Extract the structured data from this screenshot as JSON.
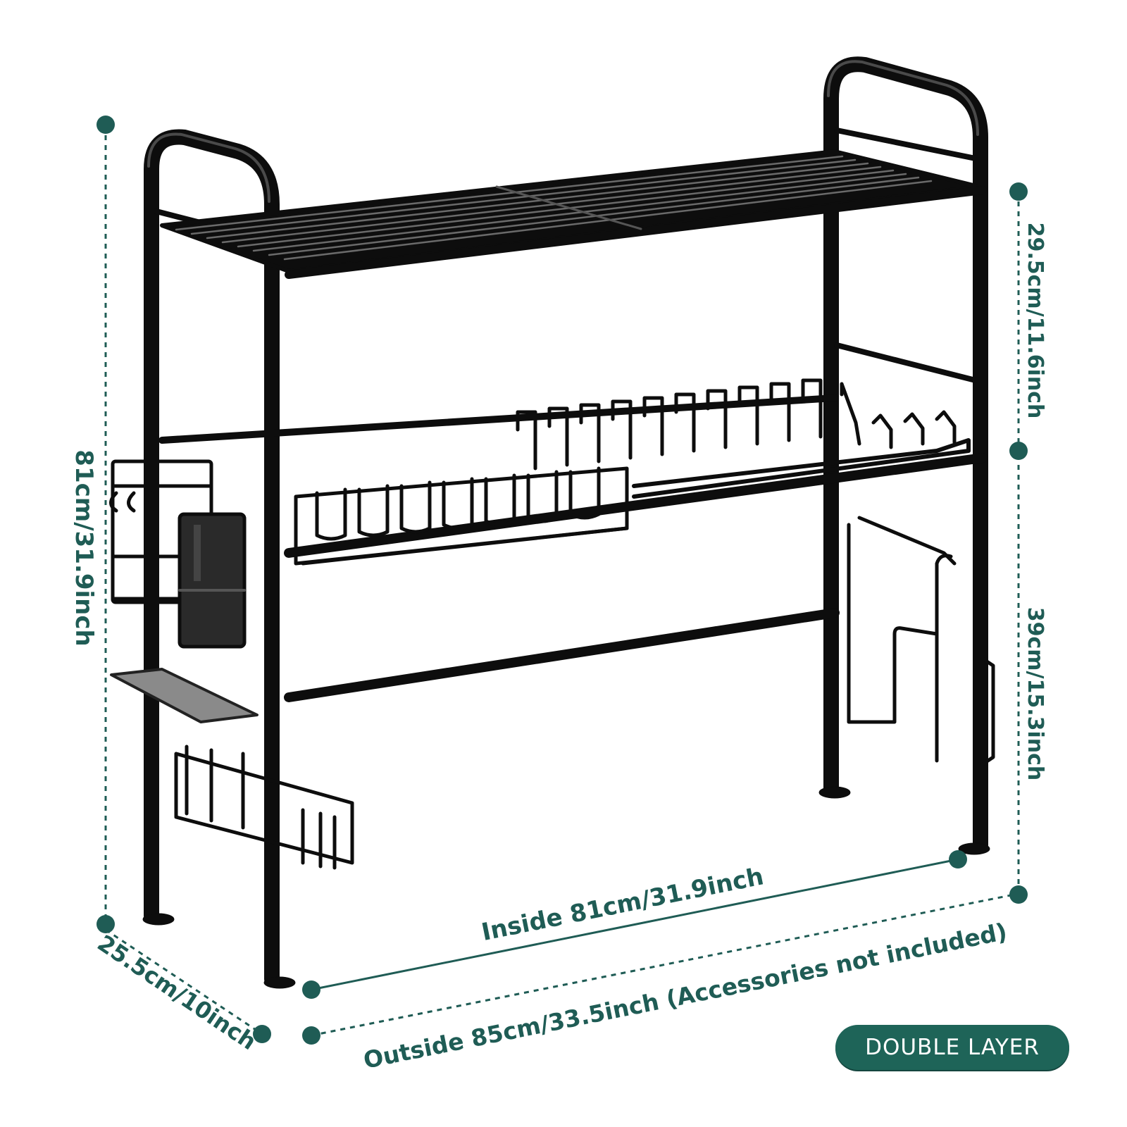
{
  "colors": {
    "accent": "#1f5c55",
    "badge_bg": "#1e6458",
    "rack": "#0d0d0d"
  },
  "product": {
    "name": "dish-drying-rack",
    "icon": "rack-illustration"
  },
  "dimensions": {
    "total_height": "81cm/31.9inch",
    "upper_height": "29.5cm/11.6inch",
    "lower_height": "39cm/15.3inch",
    "depth": "25.5cm/10inch",
    "inside_width": "Inside 81cm/31.9inch",
    "outside_width": "Outside 85cm/33.5inch (Accessories not included)"
  },
  "badge": {
    "label": "DOUBLE LAYER"
  }
}
